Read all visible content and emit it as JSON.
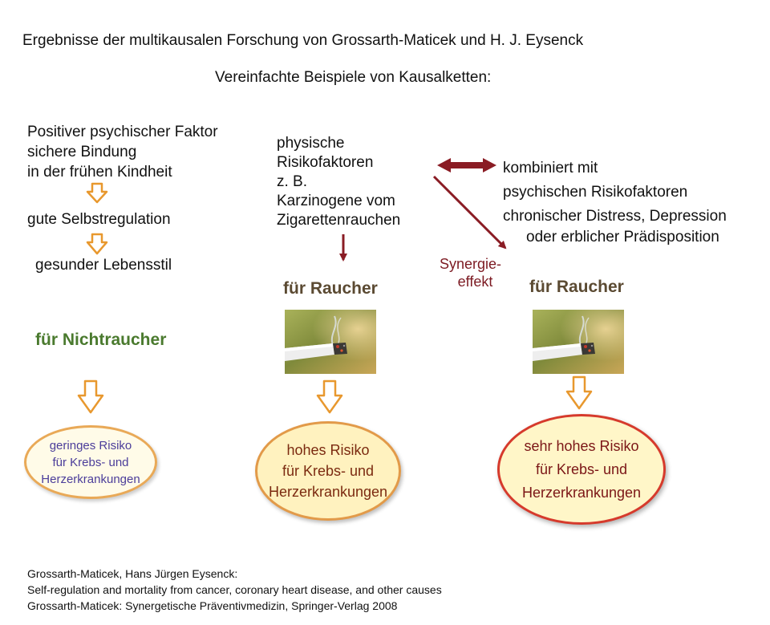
{
  "header": {
    "title": "Ergebnisse der multikausalen Forschung  von Grossarth-Maticek und H. J. Eysenck",
    "subtitle": "Vereinfachte Beispiele von Kausalketten:"
  },
  "left_column": {
    "lines": [
      "Positiver psychischer Faktor",
      "sichere Bindung",
      "in der frühen Kindheit"
    ],
    "step1": "gute Selbstregulation",
    "step2": "gesunder Lebensstil",
    "group_label": "für Nichtraucher",
    "result": [
      "geringes Risiko",
      "für Krebs- und",
      "Herzerkrankungen"
    ]
  },
  "middle_column": {
    "lines": [
      "physische",
      "Risikofaktoren",
      "z. B.",
      "Karzinogene vom",
      "Zigarettenrauchen"
    ],
    "group_label": "für Raucher",
    "result": [
      "hohes Risiko",
      "für Krebs- und",
      "Herzerkrankungen"
    ]
  },
  "right_column": {
    "lines": [
      "kombiniert mit",
      "psychischen Risikofaktoren",
      "chronischer Distress, Depression"
    ],
    "line4": "oder erblicher Prädisposition",
    "synergy": [
      "Synergie-",
      "effekt"
    ],
    "group_label": "für Raucher",
    "result": [
      "sehr hohes Risiko",
      "für Krebs- und",
      "Herzerkrankungen"
    ]
  },
  "references": [
    "Grossarth-Maticek, Hans Jürgen Eysenck:",
    "Self-regulation and mortality from cancer, coronary heart disease, and other causes",
    "Grossarth-Maticek: Synergetische Präventivmedizin, Springer-Verlag 2008"
  ],
  "colors": {
    "hollow_arrow": "#e8982e",
    "dark_red_arrow": "#8a1c24",
    "green_label": "#4a7a2e",
    "brown_label": "#5b4a32"
  }
}
